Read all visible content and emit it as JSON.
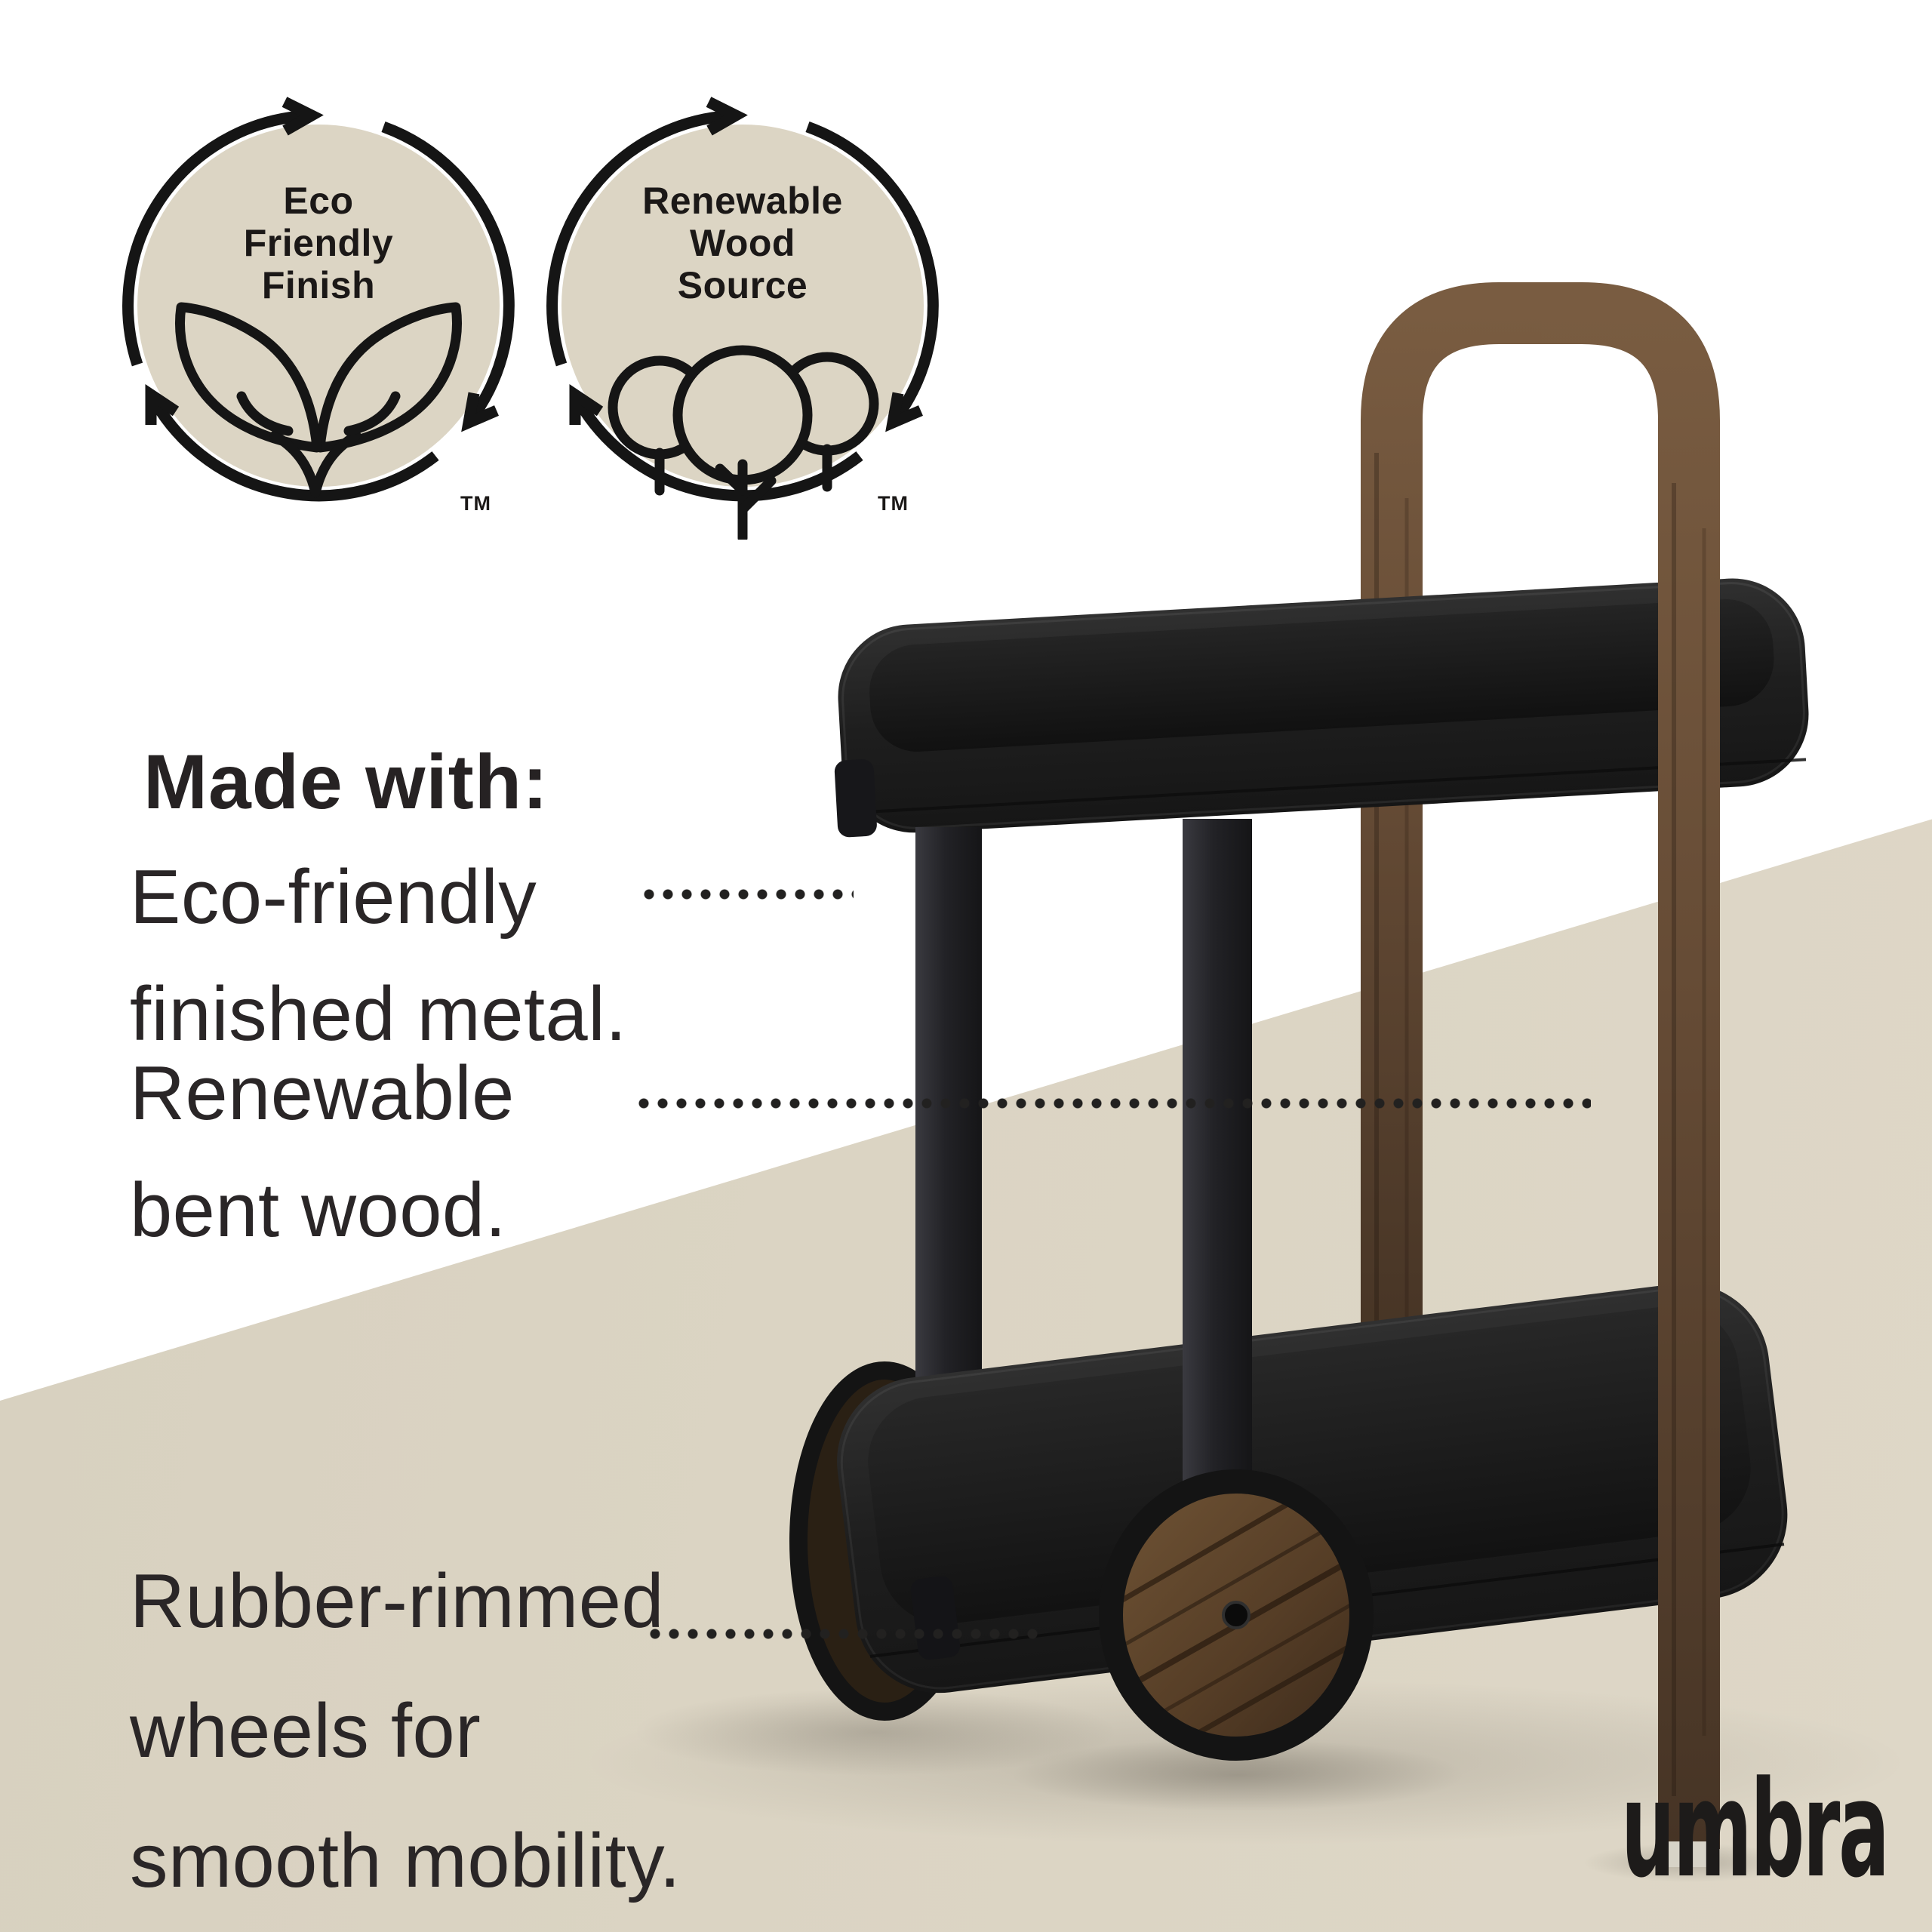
{
  "badges": [
    {
      "label": "Eco\nFriendly\nFinish",
      "tm": "TM",
      "icon": "sprout-leaves-icon"
    },
    {
      "label": "Renewable\nWood\nSource",
      "tm": "TM",
      "icon": "trees-icon"
    }
  ],
  "made_with": {
    "heading": "Made with:"
  },
  "features": [
    {
      "text": "Eco-friendly\nfinished metal."
    },
    {
      "text": "Renewable\nbent wood."
    },
    {
      "text": "Rubber-rimmed\nwheels for\nsmooth mobility."
    }
  ],
  "brand": "umbra",
  "colors": {
    "background_white": "#ffffff",
    "background_beige": "#dbd4c3",
    "badge_fill": "#dcd5c4",
    "line_black": "#151515",
    "text": "#262223",
    "walnut": "#6a5038",
    "tray_black": "#1c1c1c"
  }
}
